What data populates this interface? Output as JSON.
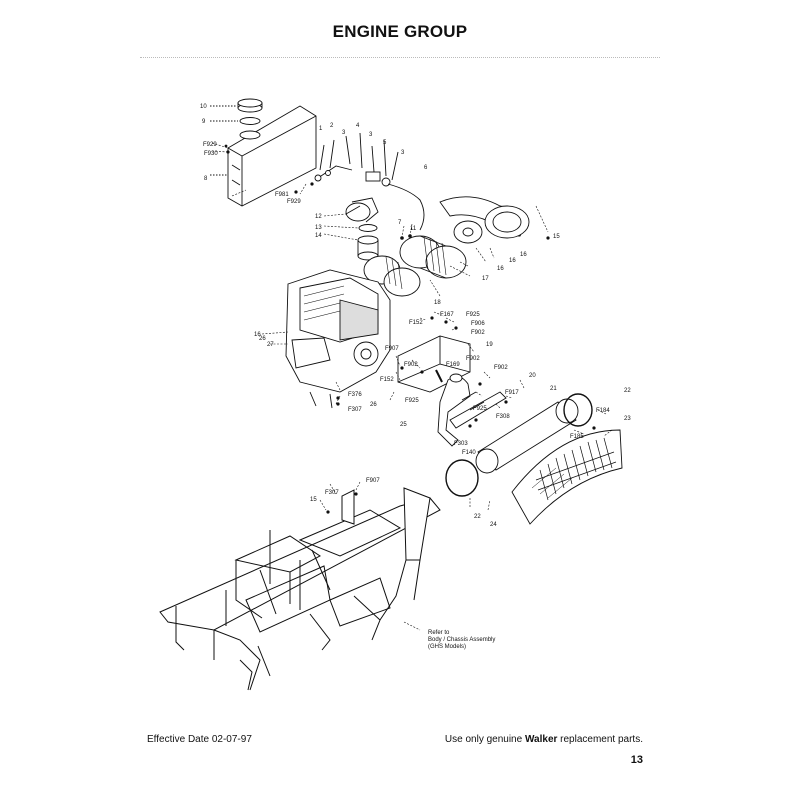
{
  "page": {
    "title": "ENGINE GROUP",
    "effective_date": "Effective Date 02-07-97",
    "footer_prefix": "Use only genuine ",
    "footer_brand": "Walker",
    "footer_suffix": " replacement parts.",
    "page_number": "13"
  },
  "callouts": {
    "c10": "10",
    "c9": "9",
    "c8": "8",
    "f929a": "F929",
    "f930a": "F930",
    "c1": "1",
    "c2": "2",
    "c3a": "3",
    "c4": "4",
    "c3b": "3",
    "c5": "5",
    "c3c": "3",
    "c6": "6",
    "f981": "F981",
    "f929b": "F929",
    "c12": "12",
    "c13": "13",
    "c14": "14",
    "c7": "7",
    "c11": "11",
    "c15a": "15",
    "c16a": "16",
    "c16b": "16",
    "c16c": "16",
    "c17": "17",
    "c18": "18",
    "f167": "F167",
    "f152a": "F152",
    "f925a": "F925",
    "f906": "F906",
    "f902a": "F902",
    "c16d": "16",
    "c26a": "26",
    "c27": "27",
    "c19": "19",
    "f907a": "F907",
    "f902b": "F902",
    "f902c": "F902",
    "f169": "F169",
    "f902d": "F902",
    "c20": "20",
    "f152b": "F152",
    "f917": "F917",
    "c21": "21",
    "c22a": "22",
    "f376": "F376",
    "f307": "F307",
    "c26b": "26",
    "f925b": "F925",
    "f925c": "F925",
    "f308": "F308",
    "c25a": "25",
    "f184": "F184",
    "c23": "23",
    "f185": "F185",
    "f140": "F140",
    "f303": "F303",
    "c15b": "15",
    "f307b": "F307",
    "f907b": "F907",
    "c22b": "22",
    "c24": "24"
  },
  "note": {
    "line1": "Refer to",
    "line2": "Body / Chassis Assembly",
    "line3": "(GHS Models)"
  }
}
